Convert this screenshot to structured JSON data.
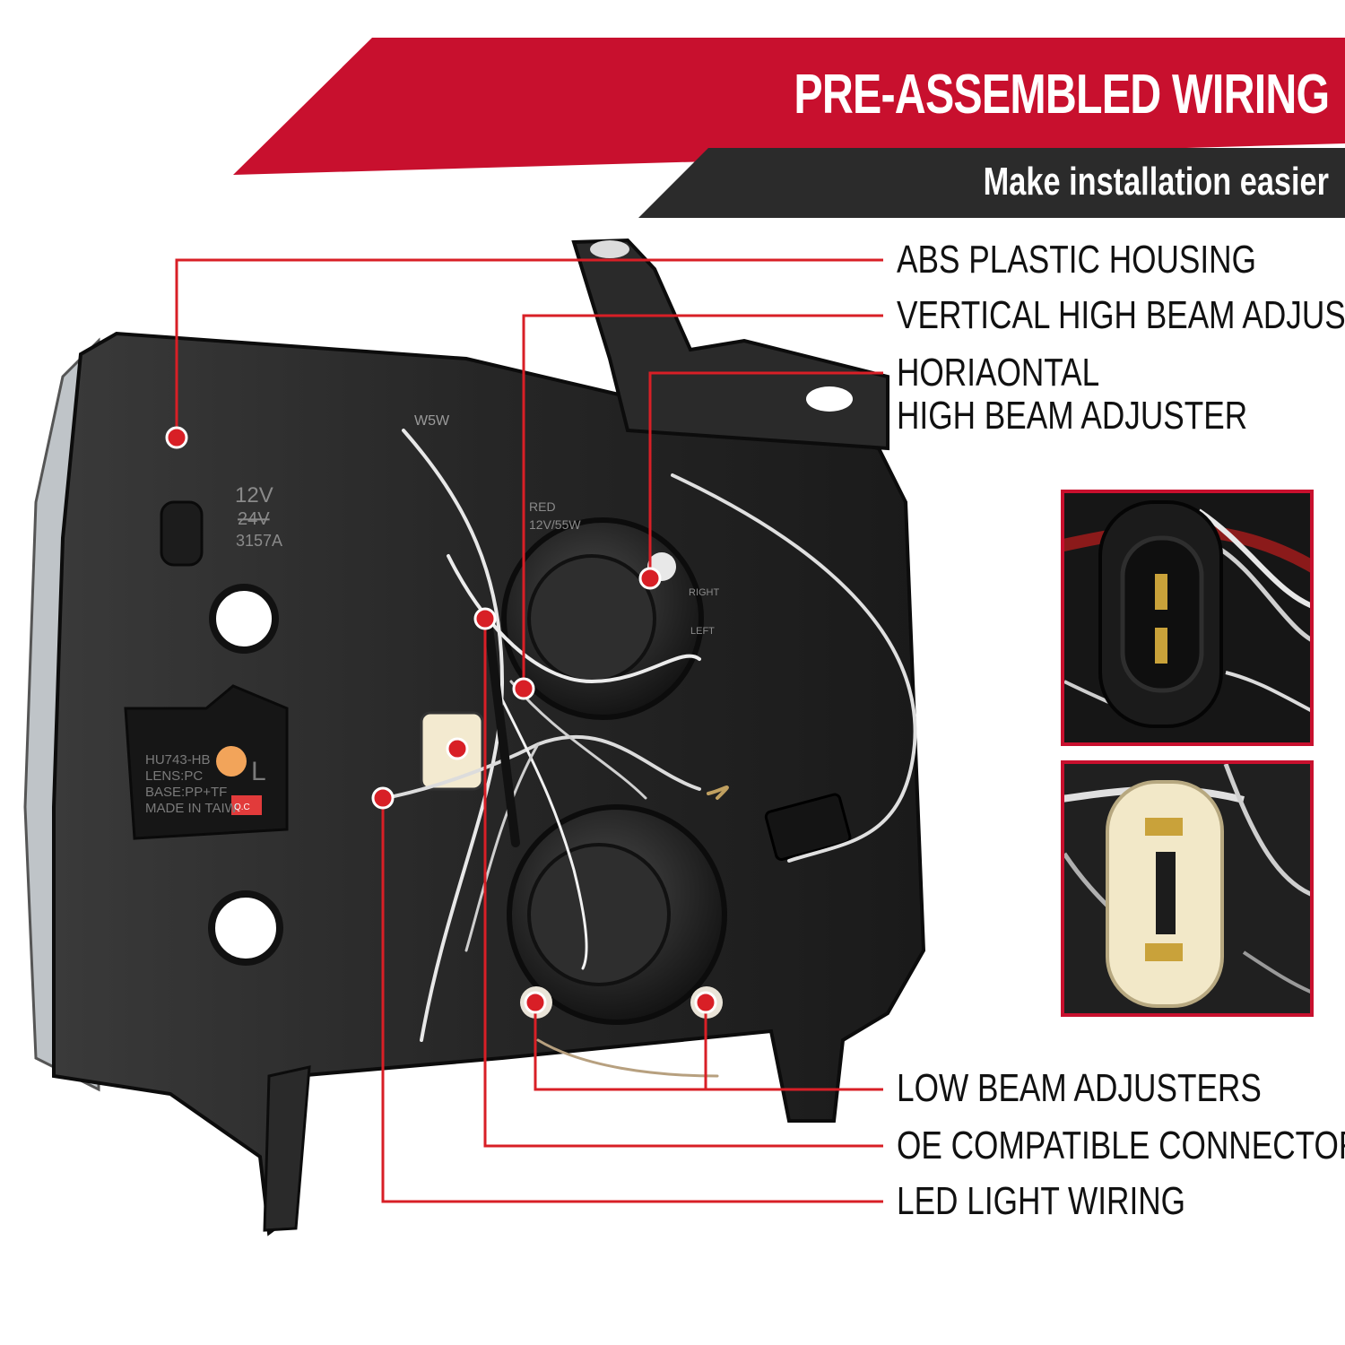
{
  "banner": {
    "title": "PRE-ASSEMBLED WIRING",
    "subtitle": "Make installation easier",
    "colors": {
      "red": "#c8102e",
      "dark": "#2b2b2b"
    }
  },
  "callouts": [
    {
      "id": "abs-plastic-housing",
      "lines": [
        "ABS PLASTIC HOUSING"
      ]
    },
    {
      "id": "vertical-high-beam-adjuster",
      "lines": [
        "VERTICAL HIGH BEAM ADJUSTER"
      ]
    },
    {
      "id": "horizontal-high-beam-adjuster",
      "lines": [
        "HORIAONTAL",
        "HIGH BEAM ADJUSTER"
      ]
    },
    {
      "id": "low-beam-adjusters",
      "lines": [
        "LOW BEAM ADJUSTERS"
      ]
    },
    {
      "id": "oe-compatible-connectors",
      "lines": [
        "OE COMPATIBLE CONNECTORS"
      ]
    },
    {
      "id": "led-light-wiring",
      "lines": [
        "LED LIGHT WIRING"
      ]
    }
  ],
  "housing_print": {
    "voltage": "12V",
    "voltage_struck": "24V",
    "bulb": "3157A",
    "upper_bulb": "W5W",
    "high_beam_bulb": [
      "RED",
      "12V/55W"
    ],
    "adjust_right": "RIGHT",
    "adjust_left": "LEFT",
    "label_lines": [
      "HU743-HB",
      "LENS:PC",
      "BASE:PP+TF",
      "MADE IN TAIW"
    ],
    "side_letter": "L",
    "sticker": "Q.C"
  },
  "insets": [
    {
      "name": "male-connector-closeup"
    },
    {
      "name": "female-connector-closeup"
    }
  ]
}
